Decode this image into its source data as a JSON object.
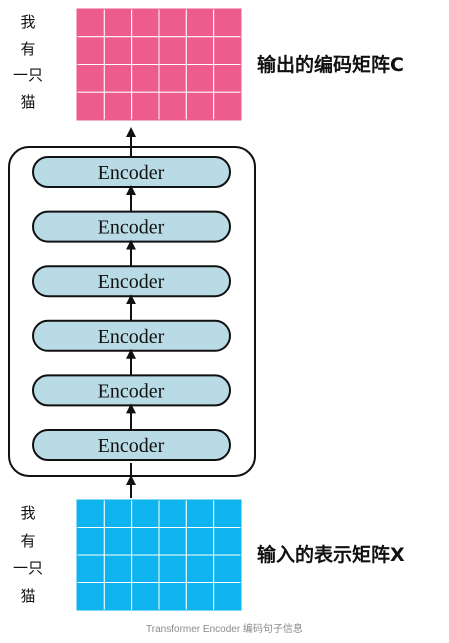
{
  "diagram": {
    "output_matrix": {
      "label": "输出的编码矩阵C",
      "rows": 4,
      "cols": 6,
      "fill": "#ee5c8d",
      "grid_line": "#ffffff"
    },
    "input_matrix": {
      "label": "输入的表示矩阵X",
      "rows": 4,
      "cols": 6,
      "fill": "#0eb4ee",
      "grid_line": "#ffffff"
    },
    "words": [
      "我",
      "有",
      "一只",
      "猫"
    ],
    "encoders": [
      "Encoder",
      "Encoder",
      "Encoder",
      "Encoder",
      "Encoder",
      "Encoder"
    ],
    "encoder_fill": "#b8dbe6",
    "encoder_stroke": "#111111",
    "stack_border": "#111111"
  },
  "caption": "Transformer Encoder 编码句子信息"
}
